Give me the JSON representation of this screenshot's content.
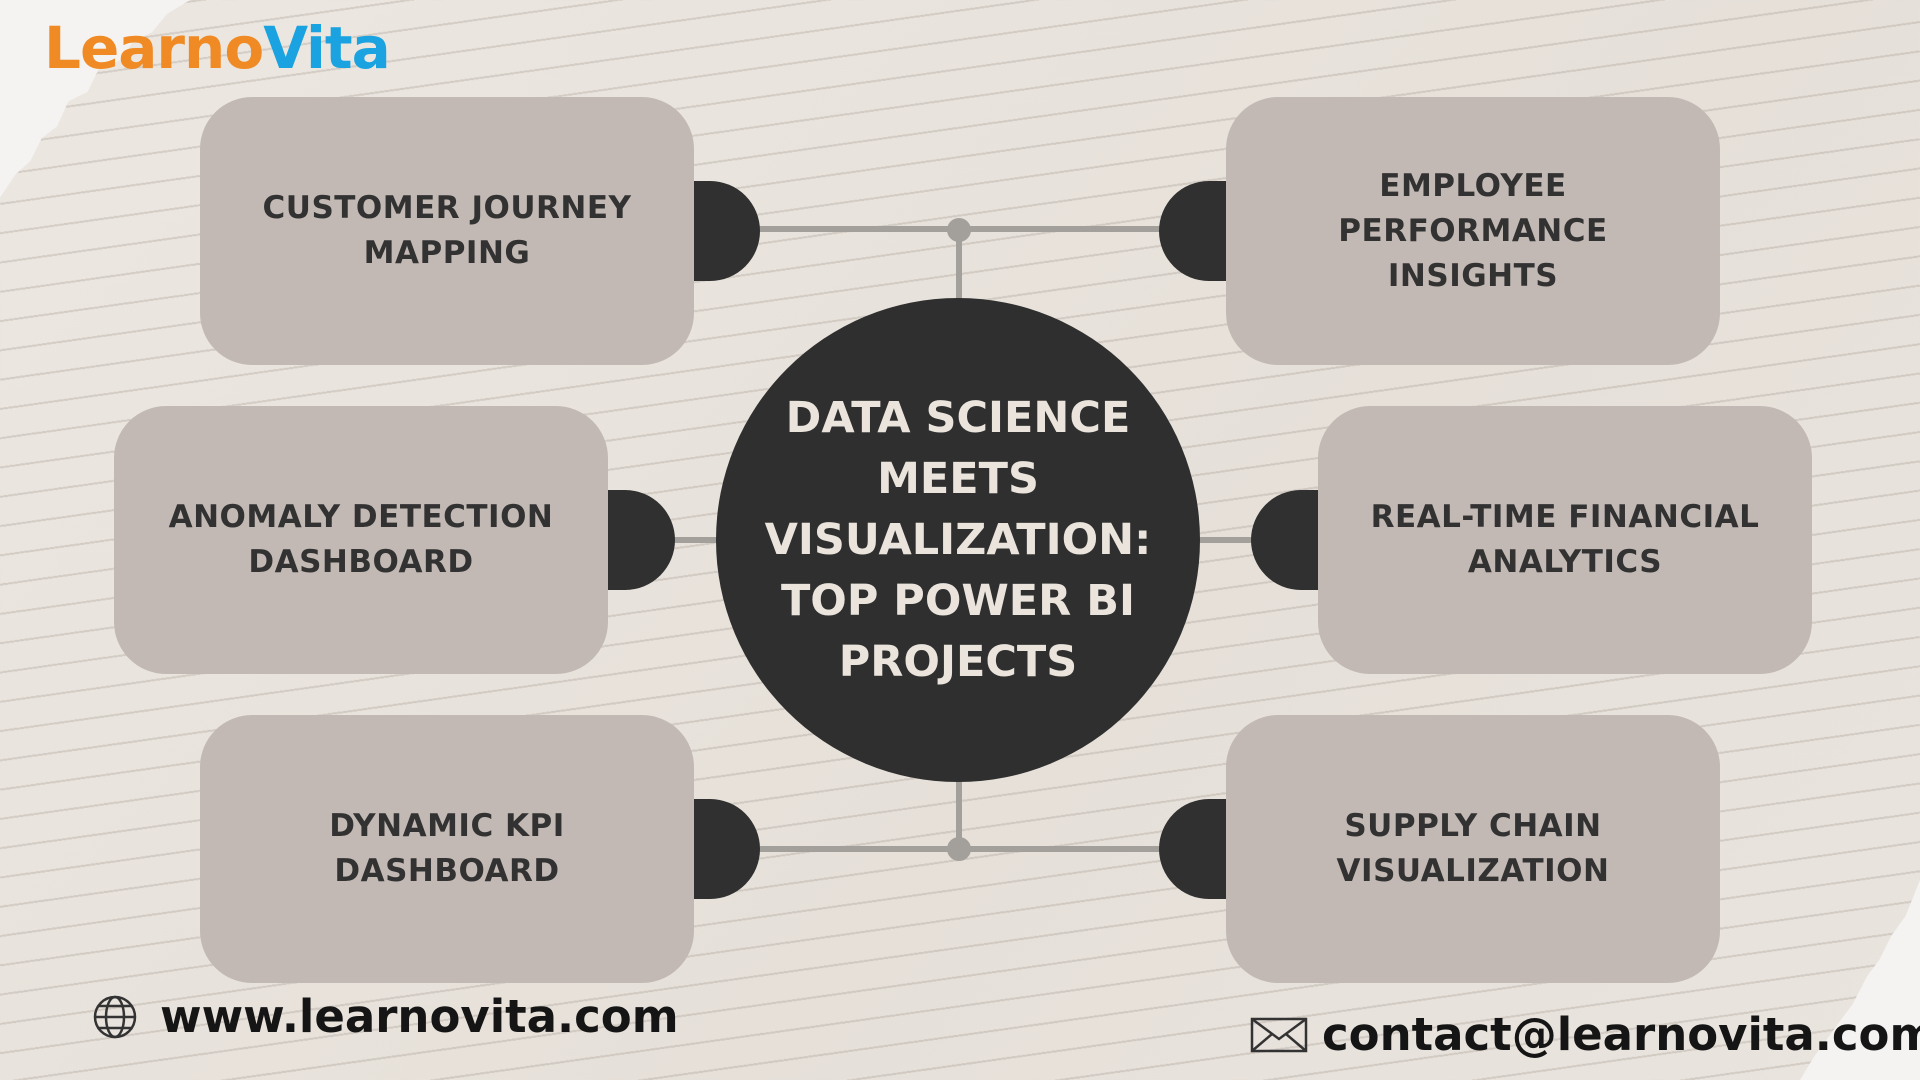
{
  "logo": {
    "part1": "Learno",
    "part2": "Vita",
    "color1": "#f08a24",
    "color2": "#1aa3e0"
  },
  "hub": {
    "title": "DATA SCIENCE\nMEETS\nVISUALIZATION:\nTOP POWER BI\nPROJECTS"
  },
  "projects": [
    {
      "label": "CUSTOMER JOURNEY\nMAPPING"
    },
    {
      "label": "EMPLOYEE\nPERFORMANCE\nINSIGHTS"
    },
    {
      "label": "ANOMALY DETECTION\nDASHBOARD"
    },
    {
      "label": "REAL-TIME FINANCIAL\nANALYTICS"
    },
    {
      "label": "DYNAMIC KPI\nDASHBOARD"
    },
    {
      "label": "SUPPLY CHAIN\nVISUALIZATION"
    }
  ],
  "footer": {
    "website": "www.learnovita.com",
    "email": "contact@learnovita.com",
    "website_icon": "globe-icon",
    "email_icon": "envelope-icon"
  },
  "colors": {
    "card": "#c2b9b4",
    "hub": "#2f2f2f",
    "connector": "#a3a09c",
    "text_dark": "#333232"
  }
}
